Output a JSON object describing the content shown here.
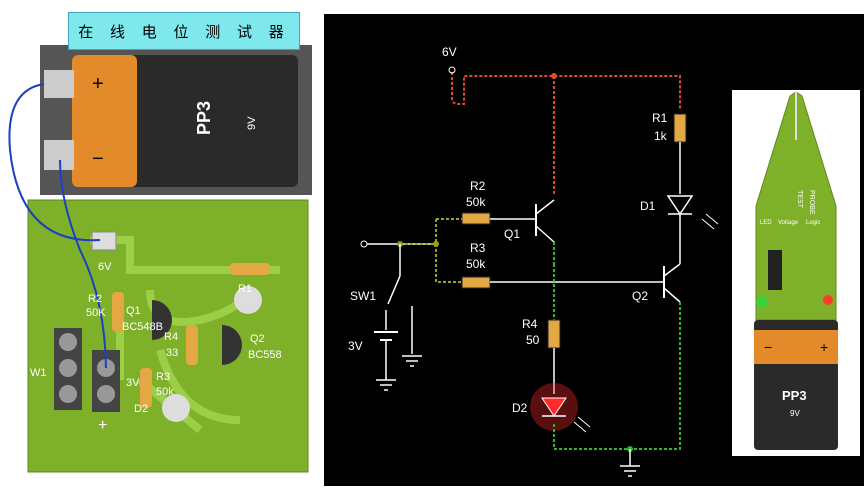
{
  "left_panel": {
    "title": "在 线 电 位 测 试 器",
    "battery": {
      "plus": "+",
      "minus": "−",
      "model": "PP3",
      "voltage": "9V"
    },
    "pcb_labels": {
      "v6": "6V",
      "r2": "R2",
      "r2_val": "50K",
      "q1": "Q1",
      "q1_part": "BC548B",
      "r1": "R1",
      "r4": "R4",
      "r4_val": "33",
      "q2": "Q2",
      "q2_part": "BC558",
      "r3": "R3",
      "r3_val": "50k",
      "v3": "3V",
      "d2": "D2",
      "w1": "W1",
      "plus": "+"
    }
  },
  "schematic": {
    "v_top": "6V",
    "r1": "R1",
    "r1_val": "1k",
    "r2": "R2",
    "r2_val": "50k",
    "r3": "R3",
    "r3_val": "50k",
    "r4": "R4",
    "r4_val": "50",
    "q1": "Q1",
    "q2": "Q2",
    "d1": "D1",
    "d2": "D2",
    "sw1": "SW1",
    "v3": "3V"
  },
  "probe": {
    "battery_model": "PP3",
    "battery_voltage": "9V",
    "plus": "+",
    "minus": "−",
    "text_probe": "PROBE",
    "text_test": "TEST",
    "text_led": "LED",
    "text_voltage": "Voltage",
    "text_logic": "Logic"
  },
  "colors": {
    "schematic_bg": "#000000",
    "wire_red": "#e04a2a",
    "wire_green": "#2fb52f",
    "wire_olive": "#9aa012",
    "pcb_green": "#7fb02a",
    "battery_orange": "#e38b2a",
    "title_cyan": "#7fe8ec",
    "led_red": "#ff2a2a"
  }
}
